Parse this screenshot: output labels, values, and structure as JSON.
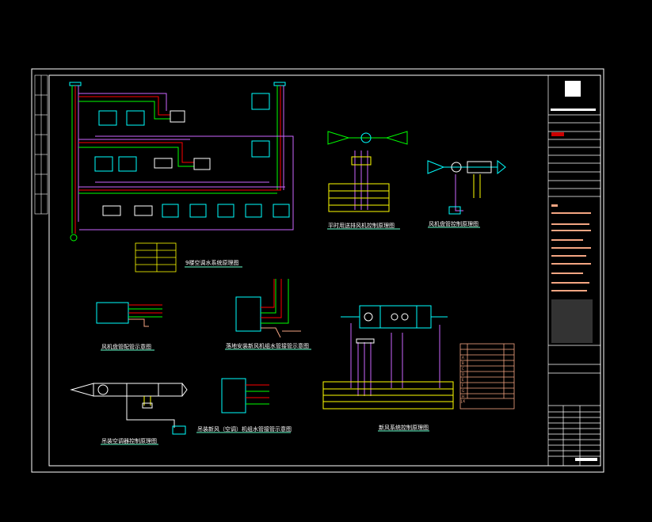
{
  "drawing_titles": {
    "water_system": "9楼空调水系统原理图",
    "exhaust_fan": "平时用送排风机控制原理图",
    "fcu_control": "风机盘管控制原理图",
    "fcu_piping": "风机盘管配管示意图",
    "floor_ahu_piping": "落地安装新风机组水管接管示意图",
    "hanging_ac_control": "吊装空调器控制原理图",
    "hanging_ahu_piping": "吊装新风（空调）机组水管接管示意图",
    "fresh_air_control": "新风系统控制原理图"
  },
  "legend_table": {
    "rows": [
      "A",
      "B",
      "C",
      "D",
      "E",
      "F",
      "G",
      "H",
      "J,K"
    ]
  },
  "colors": {
    "frame": "#ffffff",
    "supply": "#ff0000",
    "return": "#00ff00",
    "drain": "#cc66ff",
    "equipment": "#00ffff",
    "text": "#ffff00",
    "title_underline": "#66ffcc",
    "table": "#f4a582"
  }
}
